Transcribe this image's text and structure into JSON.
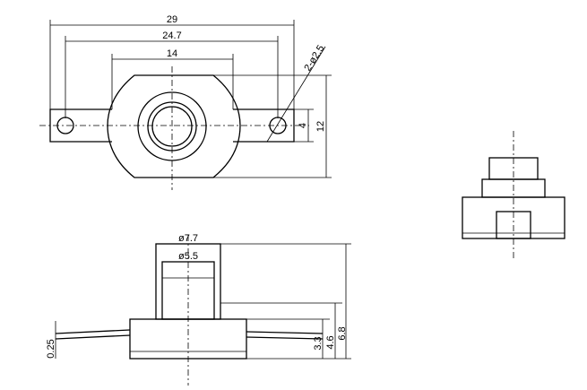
{
  "dimensions": {
    "overall_width": "29",
    "hole_spacing": "24.7",
    "body_width": "14",
    "hole_callout": "2-ø2.5",
    "tab_height": "4",
    "body_height": "12",
    "outer_diameter": "ø7.7",
    "inner_diameter": "ø5.5",
    "lead_thickness": "0.25",
    "base_height": "3.3",
    "mid_height": "4.6",
    "total_height": "6.8"
  }
}
